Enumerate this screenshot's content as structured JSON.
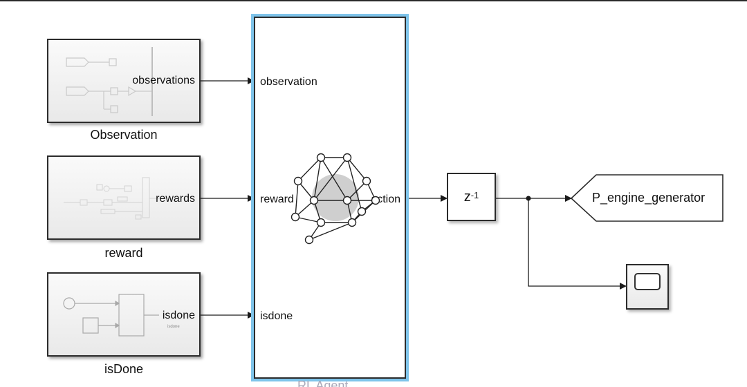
{
  "observation_block": {
    "name": "Observation",
    "out_port": "observations"
  },
  "reward_block": {
    "name": "reward",
    "out_port": "rewards"
  },
  "isdone_block": {
    "name": "isDone",
    "out_port": "isdone",
    "inner_port": "isdone"
  },
  "agent_block": {
    "in_ports": [
      "observation",
      "reward",
      "isdone"
    ],
    "out_port": "action",
    "name_partial": "RL Agent"
  },
  "delay_block": {
    "base": "z",
    "exponent": "-1"
  },
  "goto_block": {
    "tag": "P_engine_generator"
  },
  "colors": {
    "selection_highlight": "#7fc4ea",
    "line": "#1a1a1a",
    "block_border": "#2b2b2b"
  }
}
